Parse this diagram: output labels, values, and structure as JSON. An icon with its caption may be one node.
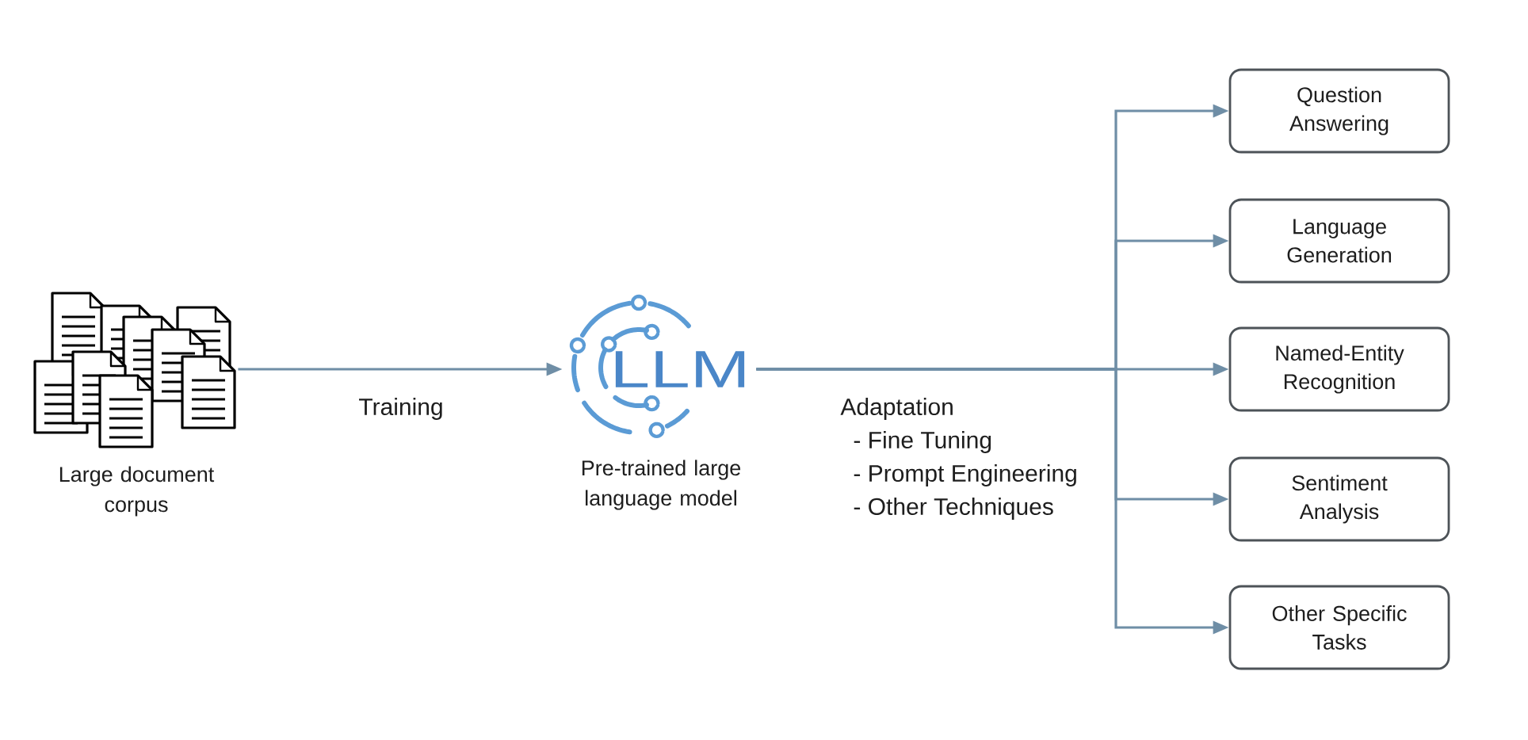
{
  "diagram": {
    "nodes": [
      {
        "text": [],
        "shape": "picture",
        "beside": [
          "Large document corpus"
        ]
      },
      {
        "text": [
          "LLM"
        ],
        "beside": [
          "Pre-trained large language model"
        ]
      },
      {
        "text": [
          "Question Answering"
        ]
      },
      {
        "text": [
          "Language Generation"
        ]
      },
      {
        "text": [
          "Named-Entity Recognition"
        ]
      },
      {
        "text": [
          "Sentiment Analysis"
        ]
      },
      {
        "text": [
          "Other Specific Tasks"
        ]
      }
    ],
    "edges": [
      {
        "from": 0,
        "to": 1,
        "arrow": "to",
        "label": "Training"
      },
      {
        "from": 1,
        "to": 2,
        "arrow": "to"
      },
      {
        "from": 1,
        "to": 3,
        "arrow": "to"
      },
      {
        "from": 1,
        "to": 4,
        "arrow": "to",
        "label": "Adaptation"
      },
      {
        "from": 1,
        "to": 5,
        "arrow": "to"
      },
      {
        "from": 1,
        "to": 6,
        "arrow": "to"
      }
    ],
    "labels": [
      "- Fine Tuning",
      "- Prompt Engineering",
      "- Other Techniques"
    ]
  }
}
